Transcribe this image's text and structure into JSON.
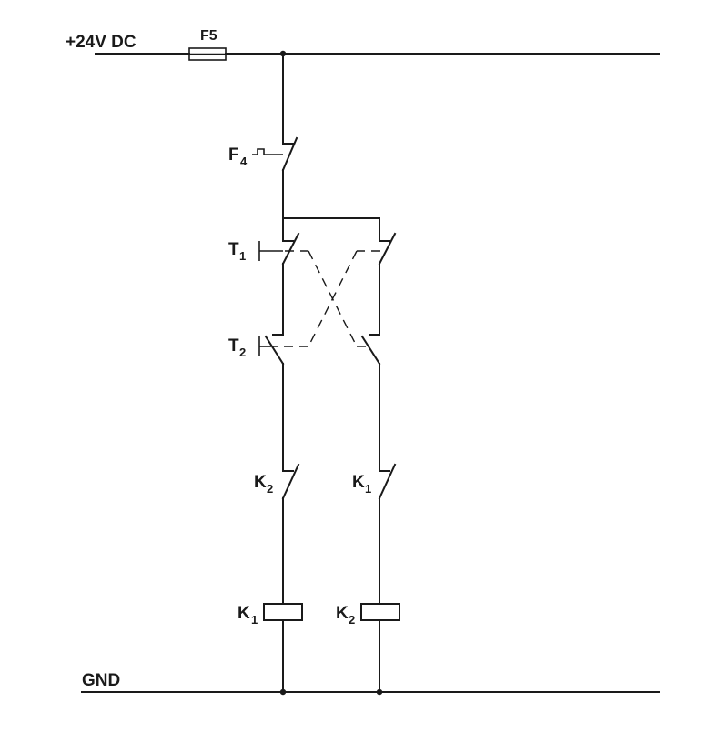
{
  "rails": {
    "supply_label": "+24V DC",
    "ground_label": "GND"
  },
  "fuse": {
    "label": "F5"
  },
  "thermal_overload": {
    "letter": "F",
    "subscript": "4"
  },
  "push_buttons": [
    {
      "letter": "T",
      "subscript": "1"
    },
    {
      "letter": "T",
      "subscript": "2"
    }
  ],
  "interlock_contacts": [
    {
      "letter": "K",
      "subscript": "2"
    },
    {
      "letter": "K",
      "subscript": "1"
    }
  ],
  "coils": [
    {
      "letter": "K",
      "subscript": "1"
    },
    {
      "letter": "K",
      "subscript": "2"
    }
  ],
  "colors": {
    "line": "#1a1a1a",
    "background": "#ffffff"
  }
}
